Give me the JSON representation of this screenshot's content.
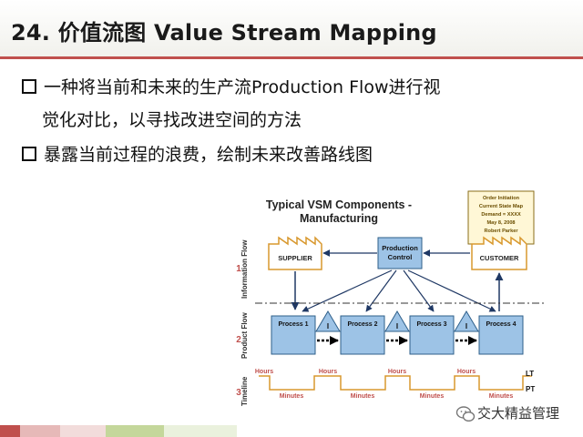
{
  "title": "24. 价值流图 Value Stream Mapping",
  "bullets": [
    "一种将当前和未来的生产流Production Flow进行视",
    "觉化对比，以寻找改进空间的方法",
    "暴露当前过程的浪费，绘制未来改善路线图"
  ],
  "diagram": {
    "title_line1": "Typical VSM Components -",
    "title_line2": "Manufacturing",
    "data_box": [
      "Order Initiation",
      "Current State Map",
      "Demand = XXXX",
      "May 8, 2008",
      "Robert Parker"
    ],
    "supplier": "SUPPLIER",
    "customer": "CUSTOMER",
    "control_line1": "Production",
    "control_line2": "Control",
    "processes": [
      "Process 1",
      "Process 2",
      "Process 3",
      "Process 4"
    ],
    "inventory_symbol": "I",
    "rows": [
      {
        "number": "1",
        "label": "Information Flow"
      },
      {
        "number": "2",
        "label": "Product Flow"
      },
      {
        "number": "3",
        "label": "Timeline"
      }
    ],
    "hours": [
      "Hours",
      "Hours",
      "Hours",
      "Hours"
    ],
    "minutes": [
      "Minutes",
      "Minutes",
      "Minutes",
      "Minutes"
    ],
    "lt_label": "LT",
    "pt_label": "PT"
  },
  "watermark": "交大精益管理",
  "colors": {
    "accent": "#c0504d",
    "process_fill": "#9dc3e6",
    "process_stroke": "#2e5f8a",
    "flow_arrow": "#1f3864",
    "timeline": "#d8982e"
  }
}
